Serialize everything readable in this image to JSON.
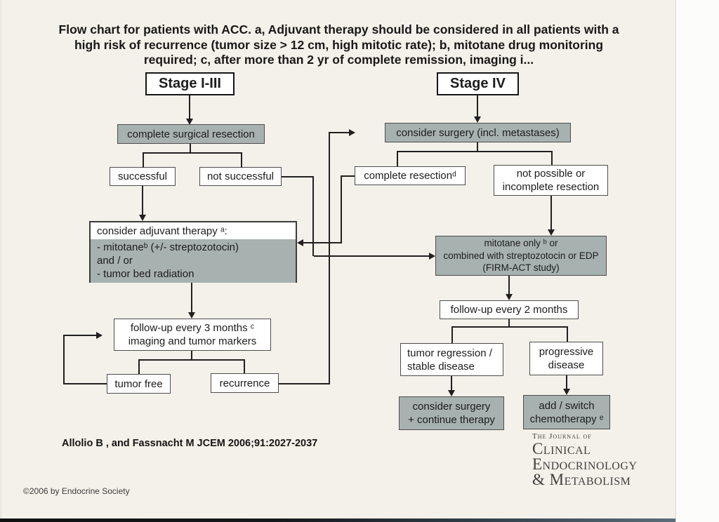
{
  "title": {
    "line1": "Flow chart for patients with ACC. a, Adjuvant therapy should be considered in all patients with a",
    "line2": "high risk of recurrence (tumor size > 12 cm, high mitotic rate); b, mitotane drug monitoring",
    "line3": "required; c, after more than 2 yr of complete remission, imaging i..."
  },
  "nodes": {
    "stage_1_3": "Stage I-III",
    "stage_4": "Stage IV",
    "complete_surgical_resection": "complete surgical resection",
    "consider_surgery_metastases": "consider surgery (incl. metastases)",
    "successful": "successful",
    "not_successful": "not successful",
    "complete_resection": "complete resectionᵈ",
    "not_possible": {
      "line1": "not possible or",
      "line2": "incomplete resection"
    },
    "adjuvant": {
      "header": "consider adjuvant therapy ᵃ:",
      "line1": "- mitotaneᵇ (+/- streptozotocin)",
      "line2": "and / or",
      "line3": "- tumor bed radiation"
    },
    "mitotane": {
      "line1": "mitotane only ᵇ or",
      "line2": "combined with streptozotocin or EDP",
      "line3": "(FIRM-ACT study)"
    },
    "followup_2_months": "follow-up every 2 months",
    "followup_3_months": {
      "line1": "follow-up every 3 months ᶜ",
      "line2": "imaging and tumor markers"
    },
    "tumor_regression": {
      "line1": "tumor regression /",
      "line2": "stable disease"
    },
    "progressive_disease": {
      "line1": "progressive",
      "line2": "disease"
    },
    "tumor_free": "tumor free",
    "recurrence": "recurrence",
    "consider_surgery_continue": {
      "line1": "consider surgery",
      "line2": "+ continue therapy"
    },
    "add_switch_chemo": {
      "line1": "add / switch",
      "line2": "chemotherapy ᵉ"
    }
  },
  "citation": "Allolio B , and Fassnacht M JCEM 2006;91:2027-2037",
  "journal_logo": {
    "prefix": "The Journal of",
    "line1": "Clinical",
    "line2": "Endocrinology",
    "line3": "& Metabolism"
  },
  "copyright": "©2006 by Endocrine Society",
  "colors": {
    "box_gray": "#a7b1b0",
    "page_bg": "#f4f1ea",
    "line": "#202020"
  }
}
